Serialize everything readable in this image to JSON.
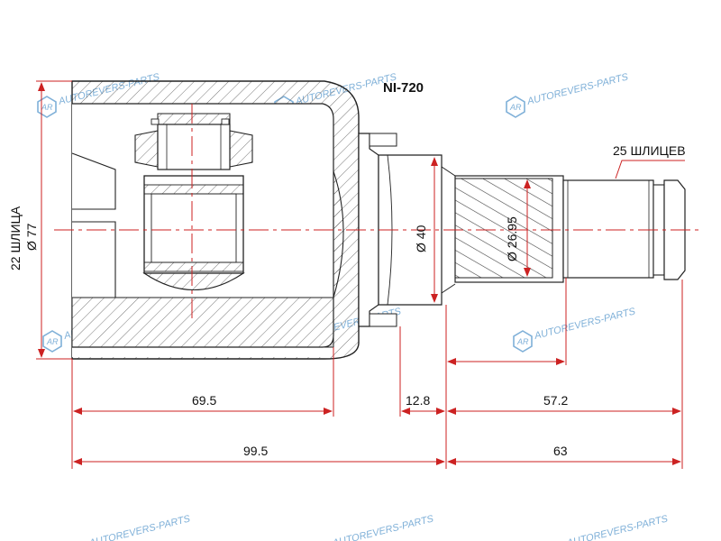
{
  "part_number": "NI-720",
  "dimensions": {
    "outer_diameter": "Ø 77",
    "inner_splines": "22 ШЛИЦА",
    "seat_diameter": "Ø 40",
    "shaft_diameter": "Ø 26.95",
    "outer_splines": "25 ШЛИЦЕВ",
    "housing_length": "69.5",
    "total_left": "99.5",
    "collar_length": "12.8",
    "spline_length": "57.2",
    "total_right": "63"
  },
  "watermark": {
    "text": "AUTOREVERS-PARTS",
    "logo_text": "AR",
    "color": "#7fb0d8"
  },
  "colors": {
    "line": "#222222",
    "dimension": "#cc2222",
    "hatch": "#555555"
  }
}
